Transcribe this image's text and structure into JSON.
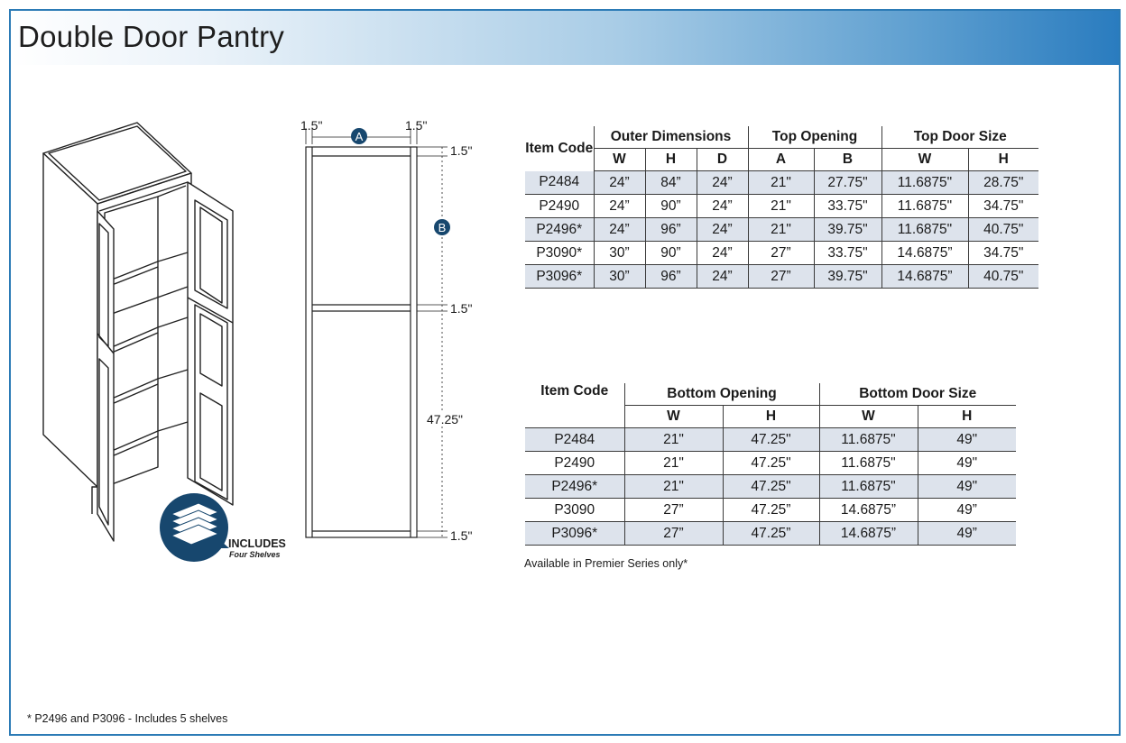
{
  "title": "Double Door Pantry",
  "includes": {
    "label": "INCLUDES",
    "sub": "Four Shelves"
  },
  "diagram": {
    "markers": [
      "A",
      "B"
    ],
    "dims": {
      "left_top": "1.5\"",
      "right_top": "1.5\"",
      "top_rail": "1.5\"",
      "mid_rail": "1.5\"",
      "bottom_opening": "47.25\"",
      "bottom_rail": "1.5\""
    }
  },
  "table1": {
    "headers": {
      "item_code": "Item Code",
      "outer": "Outer Dimensions",
      "top_opening": "Top Opening",
      "top_door": "Top Door Size",
      "sub": [
        "W",
        "H",
        "D",
        "A",
        "B",
        "W",
        "H"
      ]
    },
    "rows": [
      [
        "P2484",
        "24”",
        "84”",
        "24”",
        "21\"",
        "27.75\"",
        "11.6875\"",
        "28.75\""
      ],
      [
        "P2490",
        "24”",
        "90”",
        "24”",
        "21\"",
        "33.75\"",
        "11.6875\"",
        "34.75\""
      ],
      [
        "P2496*",
        "24”",
        "96”",
        "24”",
        "21\"",
        "39.75\"",
        "11.6875\"",
        "40.75\""
      ],
      [
        "P3090*",
        "30”",
        "90”",
        "24”",
        "27”",
        "33.75\"",
        "14.6875”",
        "34.75\""
      ],
      [
        "P3096*",
        "30”",
        "96”",
        "24”",
        "27”",
        "39.75\"",
        "14.6875”",
        "40.75\""
      ]
    ]
  },
  "table2": {
    "headers": {
      "item_code": "Item Code",
      "bottom_opening": "Bottom Opening",
      "bottom_door": "Bottom Door Size",
      "sub": [
        "W",
        "H",
        "W",
        "H"
      ]
    },
    "rows": [
      [
        "P2484",
        "21\"",
        "47.25\"",
        "11.6875\"",
        "49\""
      ],
      [
        "P2490",
        "21\"",
        "47.25\"",
        "11.6875\"",
        "49\""
      ],
      [
        "P2496*",
        "21\"",
        "47.25\"",
        "11.6875\"",
        "49\""
      ],
      [
        "P3090",
        "27”",
        "47.25”",
        "14.6875”",
        "49”"
      ],
      [
        "P3096*",
        "27”",
        "47.25”",
        "14.6875”",
        "49”"
      ]
    ]
  },
  "note": "Available in Premier Series only*",
  "footnote": "* P2496 and P3096 - Includes 5 shelves",
  "colors": {
    "accent": "#2c7bb6",
    "marker": "#17476e",
    "row_shade": "#dde3ec"
  }
}
